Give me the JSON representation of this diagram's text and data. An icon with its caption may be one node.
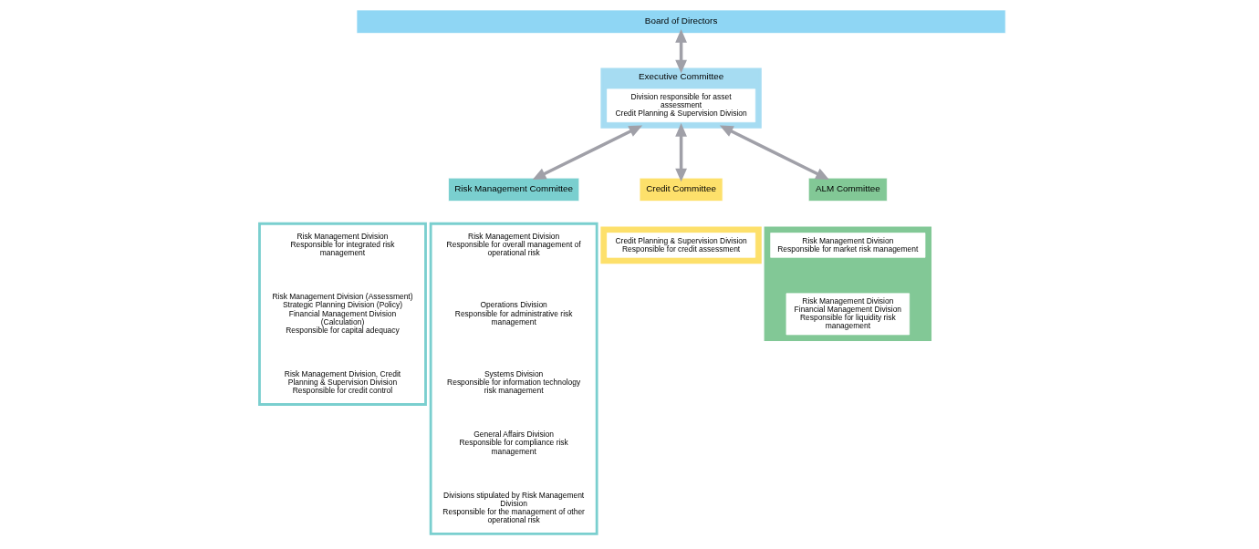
{
  "diagram": {
    "nodes": [
      {
        "text": [
          "Board of Directors"
        ]
      },
      {
        "text": [
          "Executive Committee"
        ]
      },
      {
        "text": [
          "Division responsible for asset assessment",
          "Credit Planning & Supervision Division"
        ],
        "in": 1
      },
      {
        "text": [
          "Risk Management Committee"
        ]
      },
      {
        "text": [
          "Credit Committee"
        ]
      },
      {
        "text": [
          "ALM Committee"
        ]
      },
      {
        "text": [],
        "shape": "box"
      },
      {
        "text": [
          "Risk Management Division",
          "Responsible for integrated risk management"
        ],
        "in": 6
      },
      {
        "text": [
          "Risk Management Division (Assessment)",
          "Strategic Planning Division (Policy) Financial Management Division (Calculation)",
          "Responsible for capital adequacy"
        ],
        "in": 6
      },
      {
        "text": [
          "Risk Management Division, Credit Planning & Supervision Division",
          "Responsible for credit control"
        ],
        "in": 6
      },
      {
        "text": [],
        "shape": "box"
      },
      {
        "text": [
          "Risk Management Division",
          "Responsible for overall management of operational risk"
        ],
        "in": 10
      },
      {
        "text": [
          "Operations Division",
          "Responsible for administrative risk management"
        ],
        "in": 10
      },
      {
        "text": [
          "Systems Division",
          "Responsible for information technology risk management"
        ],
        "in": 10
      },
      {
        "text": [
          "General Affairs Division",
          "Responsible for compliance risk management"
        ],
        "in": 10
      },
      {
        "text": [
          "Divisions stipulated by Risk Management Division",
          "Responsible for the management of other operational risk"
        ],
        "in": 10
      },
      {
        "text": [],
        "shape": "box"
      },
      {
        "text": [
          "Credit Planning & Supervision Division",
          "Responsible for credit assessment"
        ],
        "in": 16
      },
      {
        "text": [],
        "shape": "box"
      },
      {
        "text": [
          "Risk Management Division",
          "Responsible for market risk management"
        ],
        "in": 18
      },
      {
        "text": [
          "Risk Management Division",
          "Financial Management Division",
          "Responsible for liquidity risk management"
        ],
        "in": 18
      }
    ],
    "edges": [
      {
        "from": 0,
        "to": 1,
        "arrow": "both"
      },
      {
        "from": 1,
        "to": 3,
        "arrow": "both"
      },
      {
        "from": 1,
        "to": 4,
        "arrow": "both"
      },
      {
        "from": 1,
        "to": 5,
        "arrow": "both"
      }
    ]
  }
}
